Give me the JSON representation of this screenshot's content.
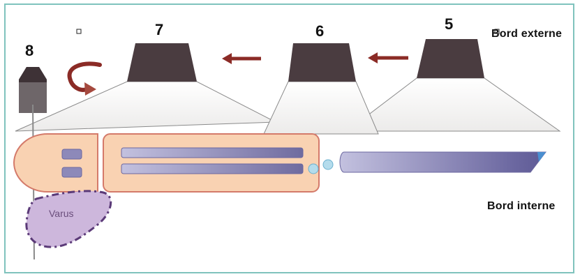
{
  "labels": {
    "step_8": "8",
    "step_7": "7",
    "step_6": "6",
    "step_5": "5",
    "bord_externe": "Bord externe",
    "bord_interne": "Bord interne",
    "varus": "Varus"
  },
  "colors": {
    "frame": "#7fc3bd",
    "probe": "#4a3c40",
    "beam_fill": "#f2f1f0",
    "arrow": "#8b2b26",
    "bone_fill": "#f9d2b2",
    "bone_stroke": "#d47a6a",
    "rod_fill": "#8d89b9",
    "dot_fill": "#b4dcec",
    "varus_fill": "#cdb7dc",
    "varus_stroke": "#5b3a78"
  },
  "icons": {
    "rotation_arrow": "curved-arrow-icon",
    "direction_arrow": "left-arrow-icon"
  }
}
